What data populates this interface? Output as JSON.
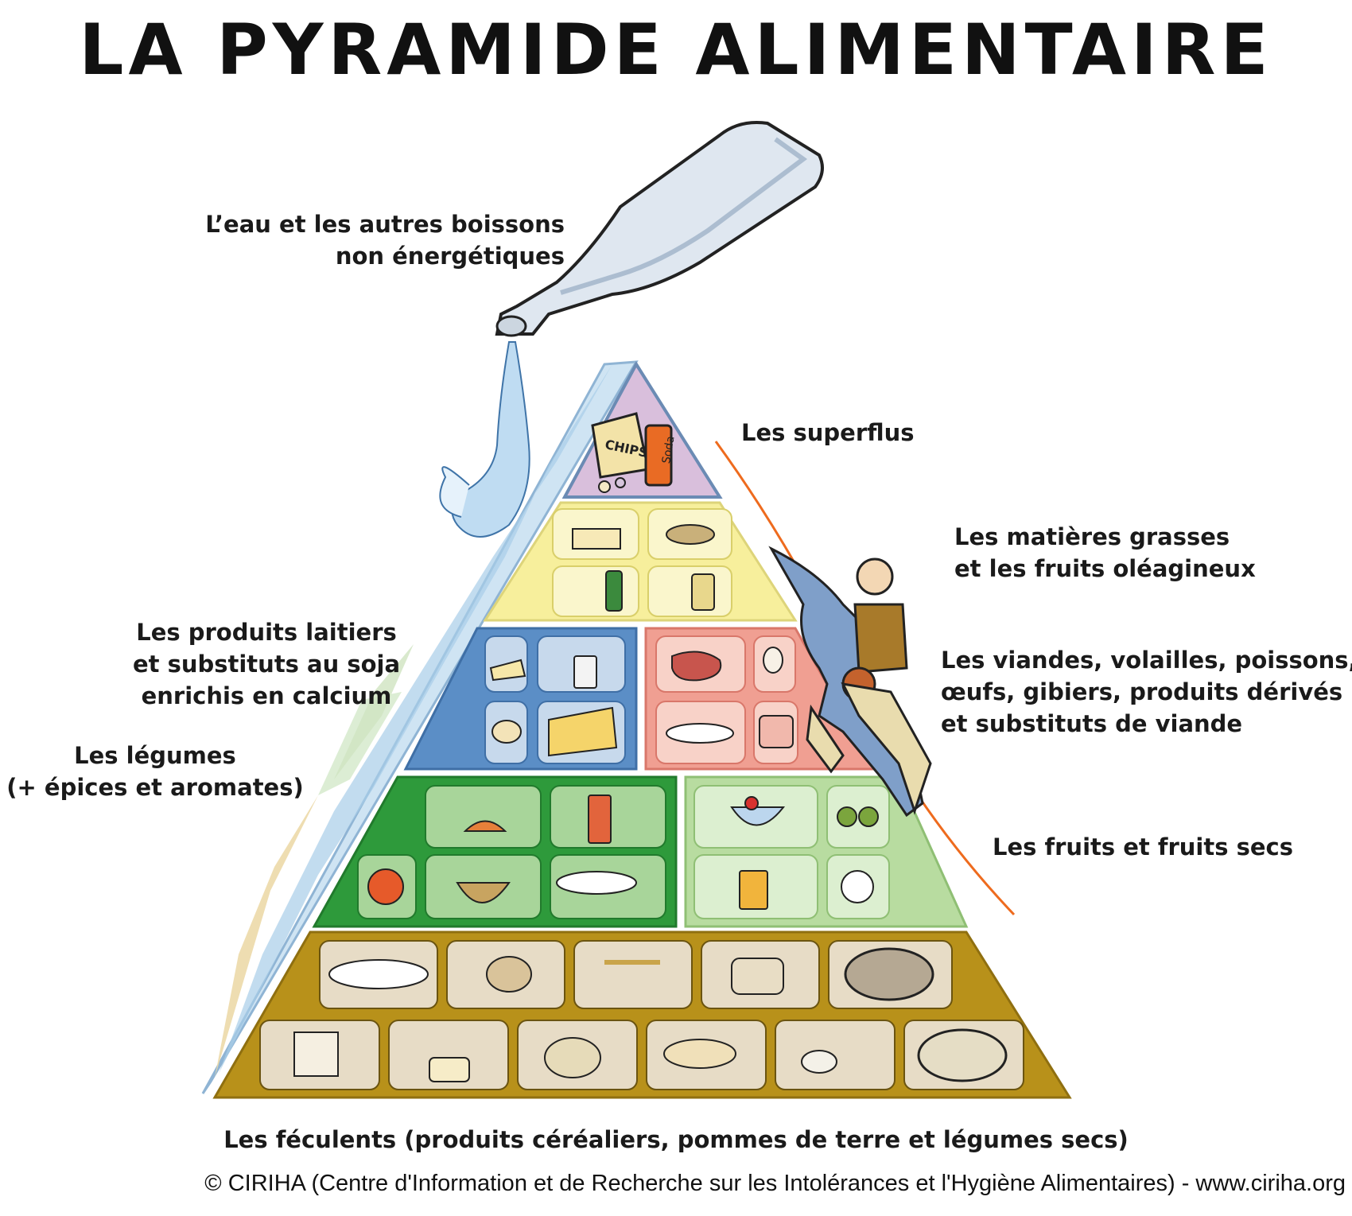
{
  "title": "LA PYRAMIDE ALIMENTAIRE",
  "labels": {
    "water": [
      "L’eau et les autres boissons",
      "non énergétiques"
    ],
    "superflus": "Les superflus",
    "fats": [
      "Les matières grasses",
      "et les fruits oléagineux"
    ],
    "dairy": [
      "Les produits laitiers",
      "et substituts au soja",
      "enrichis en calcium"
    ],
    "meat": [
      "Les viandes, volailles, poissons,",
      "œufs, gibiers, produits dérivés",
      "et substituts de viande"
    ],
    "vegetables": [
      "Les légumes",
      "(+ épices et aromates)"
    ],
    "fruits": "Les fruits et fruits secs",
    "starches": "Les féculents (produits céréaliers, pommes de terre et légumes secs)"
  },
  "superflus_items": [
    "CHIPS",
    "Soda"
  ],
  "credit": "© CIRIHA (Centre d'Information et de Recherche sur les Intolérances et l'Hygiène Alimentaires) - www.ciriha.org",
  "colors": {
    "superflus": "#d9bfdc",
    "fats": "#f7ef9c",
    "dairy": "#5b8ec6",
    "meat": "#f09f92",
    "vegetables": "#2e9a3b",
    "fruits": "#b8dca0",
    "starches": "#b8911a",
    "water": "#a8cde8"
  }
}
